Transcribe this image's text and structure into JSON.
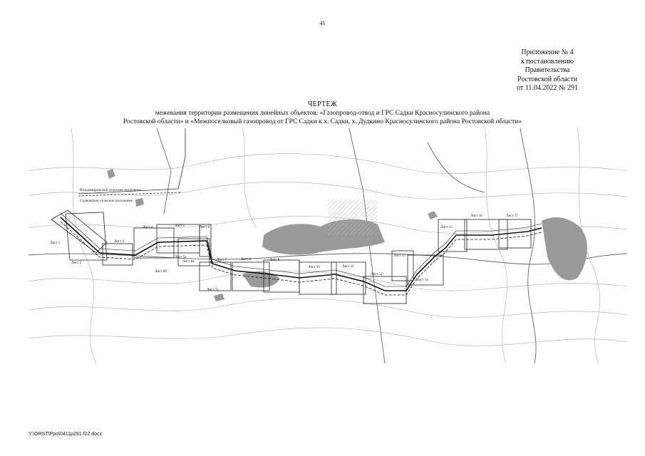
{
  "page_number": "41",
  "appendix": {
    "line1": "Приложение № 4",
    "line2": "к постановлению",
    "line3": "Правительства",
    "line4": "Ростовской области",
    "line5": "от 11.04.2022 № 291"
  },
  "title": "ЧЕРТЕЖ",
  "subtitle": {
    "line1": "межевания территории размещения линейных объектов: «Газопровод-отвод и ГРС Садки Красносулинского района",
    "line2": "Ростовской области» и «Межпоселковый газопровод от ГРС Садки к х. Садки, х. Дудкино Красносулинского района Ростовской области»"
  },
  "map": {
    "boundary_upper": "Владимировское сельское поселение",
    "boundary_lower": "Садковское сельское поселение",
    "sheets": [
      "Лист 1",
      "Лист 2",
      "Лист 3",
      "Лист 4",
      "Лист 5",
      "Лист 5а",
      "Лист 6",
      "Лист 6а",
      "Лист 6б",
      "Лист 7",
      "Лист 7а",
      "Лист 8",
      "Лист 9",
      "Лист 10",
      "Лист 11",
      "Лист 12",
      "Лист 13",
      "Лист 14",
      "Лист 15",
      "Лист 16",
      "Лист 17"
    ]
  },
  "footer": "Y:\\ORST\\Ppo\\0411p291.f22.docx"
}
